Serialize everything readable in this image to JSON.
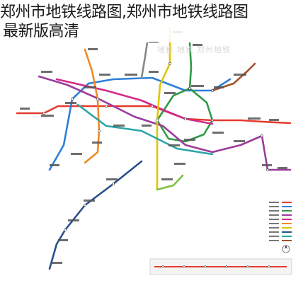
{
  "headline": {
    "line1": "郑州市地铁线路图,郑州市地铁线路图",
    "line2": "最新版高清"
  },
  "colors": {
    "red": "#e63a2e",
    "blue": "#2d7fd6",
    "green": "#2f9a47",
    "purple": "#9b3b9b",
    "magenta": "#d12a8a",
    "orange": "#f08a24",
    "yellow": "#e3c400",
    "darkblue": "#2a4f8e",
    "teal": "#2aa6a8",
    "gray": "#888888",
    "brown": "#a0522d",
    "lightgreen": "#7cc243"
  },
  "map": {
    "watermark": "地铁 地铁 郑州地铁"
  }
}
